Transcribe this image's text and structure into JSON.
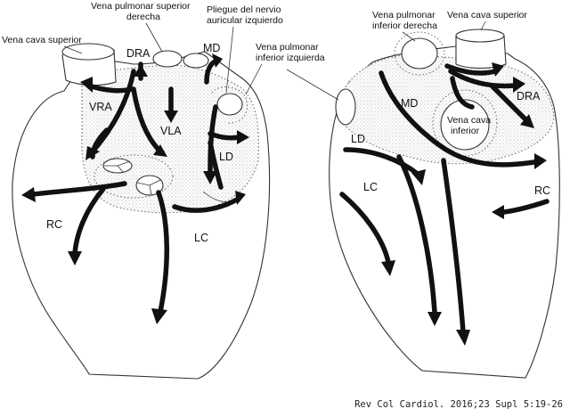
{
  "labels": {
    "left": {
      "vena_cava_superior": "Vena cava superior",
      "vena_pulmonar_superior_derecha_1": "Vena pulmonar superior",
      "vena_pulmonar_superior_derecha_2": "derecha",
      "pliegue_1": "Pliegue del nervio",
      "pliegue_2": "auricular izquierdo",
      "vena_pulmonar_inferior_izquierda_1": "Vena pulmonar",
      "vena_pulmonar_inferior_izquierda_2": "inferior izquierda",
      "dra": "DRA",
      "md": "MD",
      "vra": "VRA",
      "vla": "VLA",
      "ld": "LD",
      "rc": "RC",
      "lc": "LC"
    },
    "right": {
      "vena_pulmonar_inferior_derecha_1": "Vena pulmonar",
      "vena_pulmonar_inferior_derecha_2": "inferior derecha",
      "vena_cava_superior": "Vena cava superior",
      "md": "MD",
      "dra": "DRA",
      "vena_cava_inferior_1": "Vena cava",
      "vena_cava_inferior_2": "inferior",
      "ld": "LD",
      "lc": "LC",
      "rc": "RC"
    }
  },
  "credit": "Rev Col Cardiol. 2016;23 Supl 5:19-26"
}
